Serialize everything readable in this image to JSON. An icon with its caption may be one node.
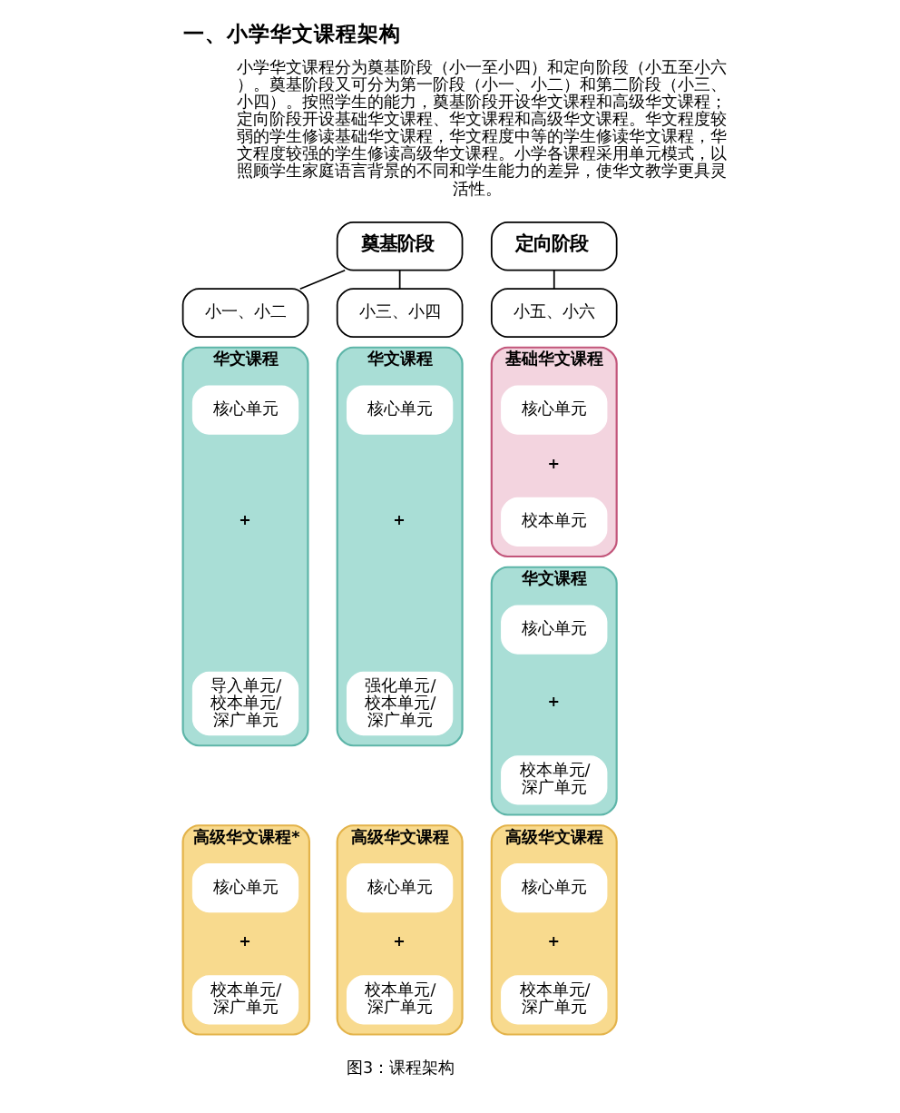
{
  "diagram": {
    "title": "一、小学华文课程架构",
    "caption": "图3：课程架构",
    "nodes": [
      {
        "text": [
          "奠基阶段"
        ]
      },
      {
        "text": [
          "定向阶段"
        ]
      },
      {
        "text": [
          "小一、小二"
        ]
      },
      {
        "text": [
          "小三、小四"
        ]
      },
      {
        "text": [
          "小五、小六"
        ]
      },
      {
        "text": [
          "华文课程"
        ]
      },
      {
        "text": [
          "核心单元"
        ],
        "in": 5
      },
      {
        "text": [
          "导入单元/校本单元/深广单元"
        ],
        "in": 5
      },
      {
        "text": [
          "华文课程"
        ]
      },
      {
        "text": [
          "核心单元"
        ],
        "in": 8
      },
      {
        "text": [
          "强化单元/校本单元/深广单元"
        ],
        "in": 8
      },
      {
        "text": [
          "基础华文课程"
        ]
      },
      {
        "text": [
          "核心单元"
        ],
        "in": 11
      },
      {
        "text": [
          "校本单元"
        ],
        "in": 11
      },
      {
        "text": [
          "高级华文课程*"
        ]
      },
      {
        "text": [
          "核心单元"
        ],
        "in": 14
      },
      {
        "text": [
          "校本单元/深广单元"
        ],
        "in": 14
      },
      {
        "text": [
          "高级华文课程"
        ]
      },
      {
        "text": [
          "核心单元"
        ],
        "in": 17
      },
      {
        "text": [
          "校本单元/深广单元"
        ],
        "in": 17
      },
      {
        "text": [
          "华文课程"
        ]
      },
      {
        "text": [
          "核心单元"
        ],
        "in": 20
      },
      {
        "text": [
          "校本单元/深广单元"
        ],
        "in": 20
      },
      {
        "text": [
          "高级华文课程"
        ]
      },
      {
        "text": [
          "核心单元"
        ],
        "in": 23
      },
      {
        "text": [
          "校本单元/深广单元"
        ],
        "in": 23
      }
    ],
    "edges": [
      {
        "from": 0,
        "to": 2,
        "arrow": "none"
      },
      {
        "from": 0,
        "to": 3,
        "arrow": "none"
      },
      {
        "from": 1,
        "to": 4,
        "arrow": "none"
      }
    ],
    "labels": [
      "小学华文课程分为奠基阶段（小一至小四）和定向阶段（小五至小六）。奠基阶段又可分为第一阶段（小一、小二）和第二阶段（小三、小四）。按照学生的能力，奠基阶段开设华文课程和高级华文课程；定向阶段开设基础华文课程、华文课程和高级华文课程。华文程度较弱的学生修读基础华文课程，华文程度中等的学生修读华文课程，华文程度较强的学生修读高级华文课程。小学各课程采用单元模式，以照顾学生家庭语言背景的不同和学生能力的差异，使华文教学更具灵活性。",
      "+",
      "+",
      "+",
      "+",
      "+",
      "+",
      "+"
    ]
  }
}
